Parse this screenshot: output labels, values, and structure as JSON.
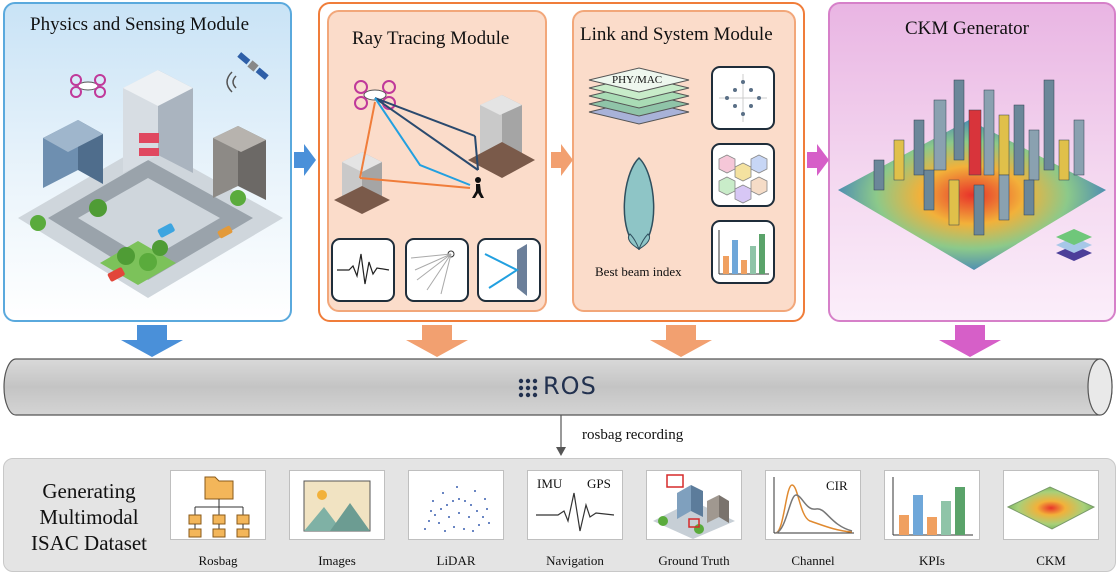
{
  "modules": {
    "physics": {
      "title": "Physics and Sensing Module"
    },
    "raytracing": {
      "title": "Ray Tracing Module"
    },
    "link": {
      "title": "Link and System Module",
      "phy_mac": "PHY/MAC",
      "beam_label": "Best beam index"
    },
    "ckm": {
      "title": "CKM Generator"
    }
  },
  "ros": {
    "label": "ROS",
    "recording_label": "rosbag recording"
  },
  "dataset": {
    "title_lines": [
      "Generating",
      "Multimodal",
      "ISAC Dataset"
    ],
    "items": [
      {
        "label": "Rosbag",
        "icon": "folder-tree-icon"
      },
      {
        "label": "Images",
        "icon": "image-icon"
      },
      {
        "label": "LiDAR",
        "icon": "lidar-pointcloud-icon"
      },
      {
        "label": "Navigation",
        "icon": "navigation-signal-icon",
        "tags": [
          "IMU",
          "GPS"
        ]
      },
      {
        "label": "Ground Truth",
        "icon": "ground-truth-scene-icon"
      },
      {
        "label": "Channel",
        "icon": "channel-cir-icon",
        "tag": "CIR"
      },
      {
        "label": "KPIs",
        "icon": "kpi-bars-icon"
      },
      {
        "label": "CKM",
        "icon": "ckm-map-icon"
      }
    ]
  },
  "colors": {
    "blue": "#4a90d9",
    "orange": "#f2a070",
    "magenta": "#d65fc8",
    "ros_bar": "#cfcfcf"
  }
}
